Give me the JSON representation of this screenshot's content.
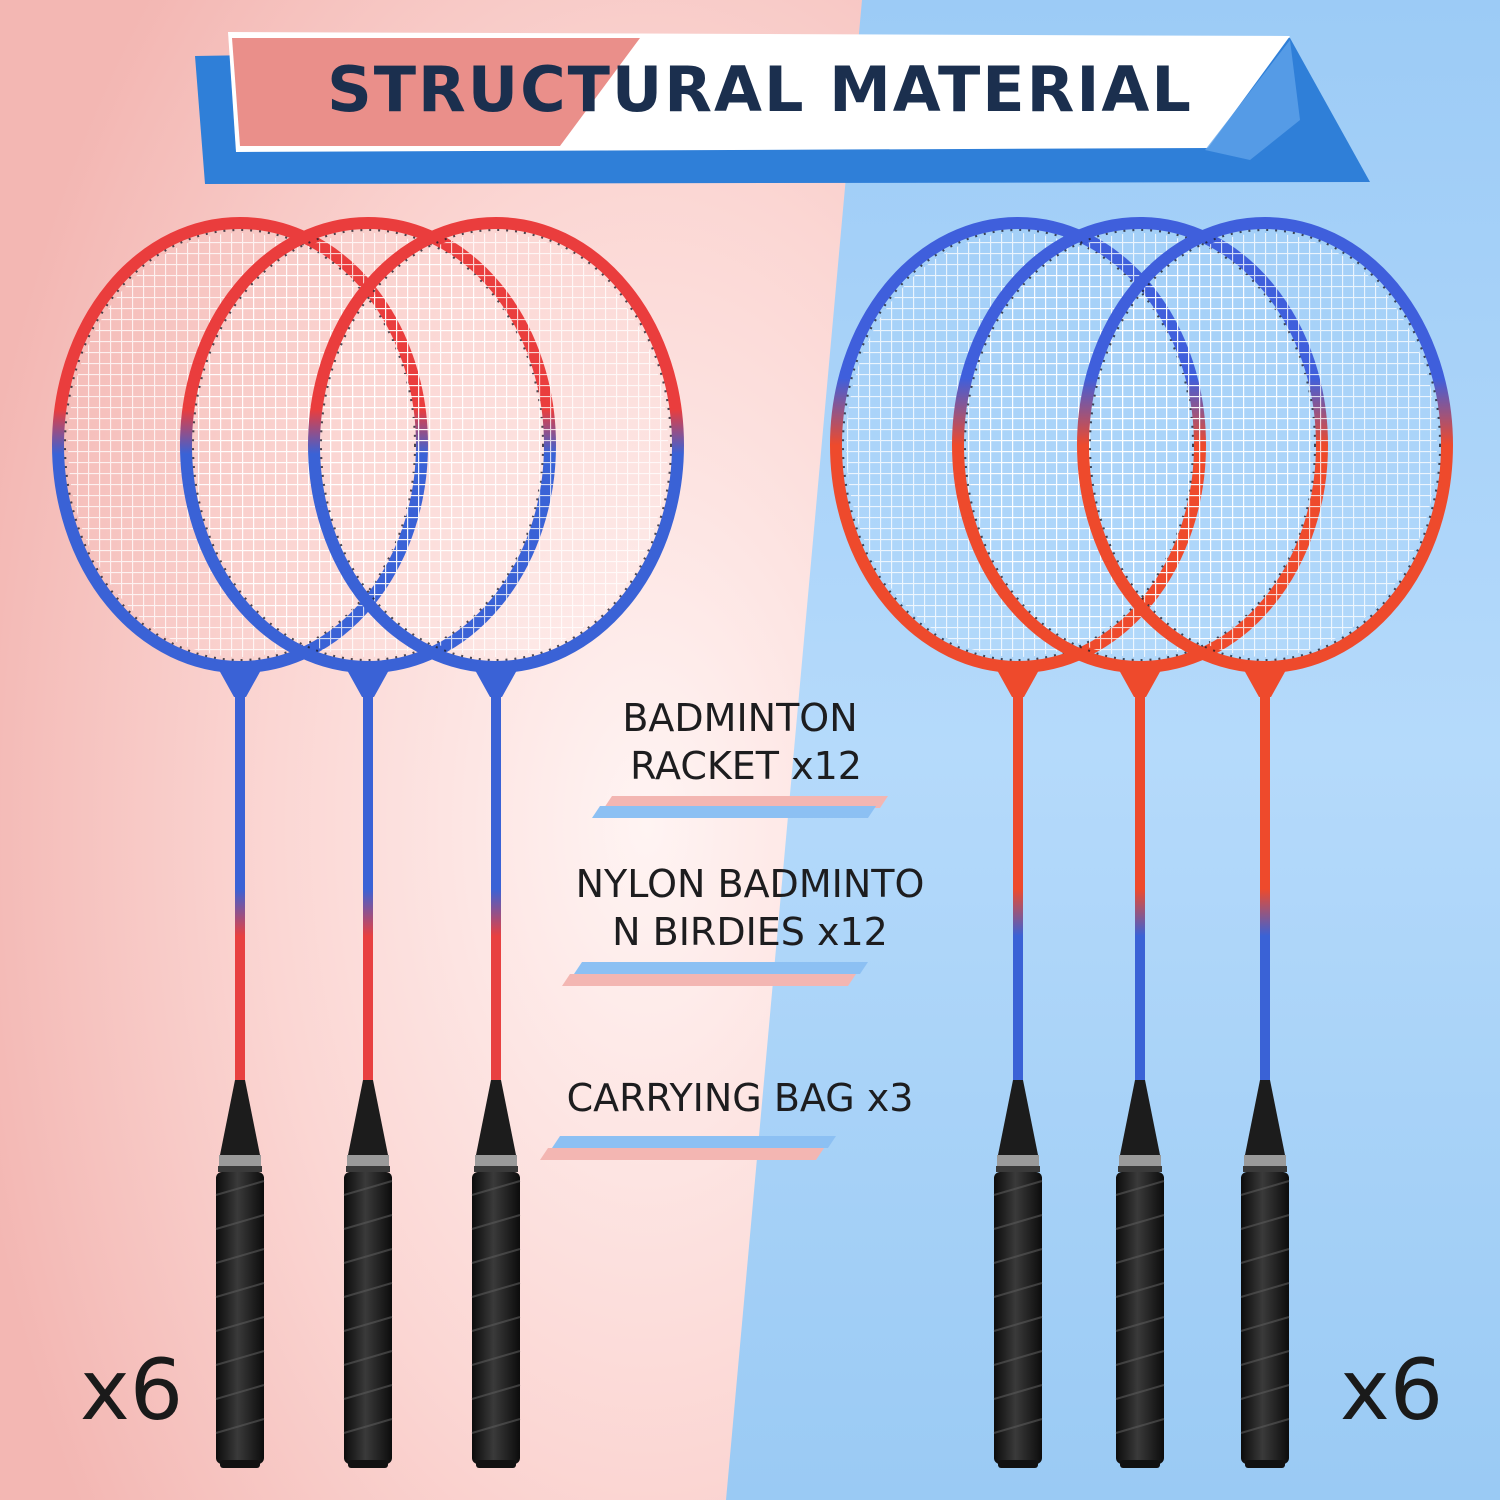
{
  "banner": {
    "title": "STRUCTURAL MATERIAL"
  },
  "contents": [
    {
      "label": "BADMINTON\n RACKET x12"
    },
    {
      "label": "NYLON BADMINTO\nN BIRDIES x12"
    },
    {
      "label": "CARRYING BAG x3"
    }
  ],
  "left_set": {
    "quantity": "x6",
    "head_color": "#e63b3b",
    "lower_color": "#3a62d6"
  },
  "right_set": {
    "quantity": "x6",
    "head_color": "#3f5fdc",
    "lower_color": "#ee4a2c"
  },
  "colors": {
    "left_bg": "#f7c9c6",
    "right_bg": "#a9d3f7",
    "banner_pink": "#ea8f8a",
    "banner_blue": "#2f7fd8",
    "title_text": "#1b2f4e"
  }
}
